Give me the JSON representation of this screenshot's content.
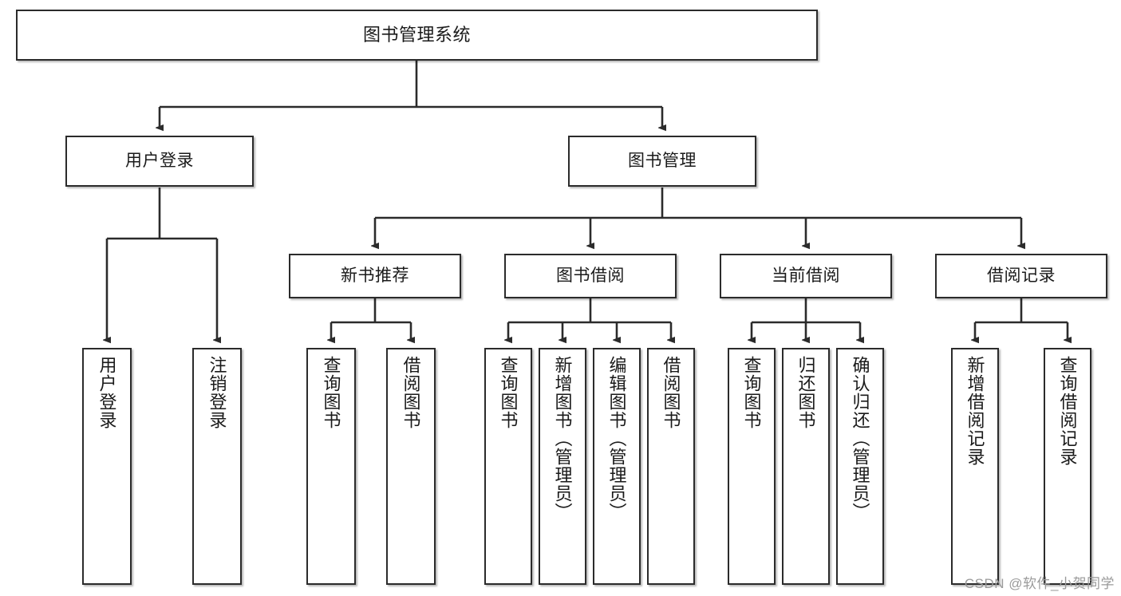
{
  "diagram": {
    "title": "图书管理系统",
    "type": "tree-hierarchy",
    "nodes": {
      "root": {
        "label": "图书管理系统"
      },
      "user_login": {
        "label": "用户登录"
      },
      "book_manage": {
        "label": "图书管理"
      },
      "new_book_rec": {
        "label": "新书推荐"
      },
      "book_borrow": {
        "label": "图书借阅"
      },
      "current_borrow": {
        "label": "当前借阅"
      },
      "borrow_record": {
        "label": "借阅记录"
      },
      "leaf_user_login": {
        "label": "用户登录"
      },
      "leaf_logout": {
        "label": "注销登录"
      },
      "leaf_query_book_1": {
        "label": "查询图书"
      },
      "leaf_borrow_book_1": {
        "label": "借阅图书"
      },
      "leaf_query_book_2": {
        "label": "查询图书"
      },
      "leaf_add_book": {
        "label": "新增图书（管理员）"
      },
      "leaf_edit_book": {
        "label": "编辑图书（管理员）"
      },
      "leaf_borrow_book_2": {
        "label": "借阅图书"
      },
      "leaf_query_book_3": {
        "label": "查询图书"
      },
      "leaf_return_book": {
        "label": "归还图书"
      },
      "leaf_confirm_return": {
        "label": "确认归还（管理员）"
      },
      "leaf_add_record": {
        "label": "新增借阅记录"
      },
      "leaf_query_record": {
        "label": "查询借阅记录"
      }
    }
  },
  "watermark": {
    "text": "CSDN @软件_小贺同学"
  },
  "colors": {
    "stroke": "#2b2b2b",
    "fill": "#ffffff",
    "text": "#1a1a1a",
    "watermark": "#9a9a9a"
  }
}
